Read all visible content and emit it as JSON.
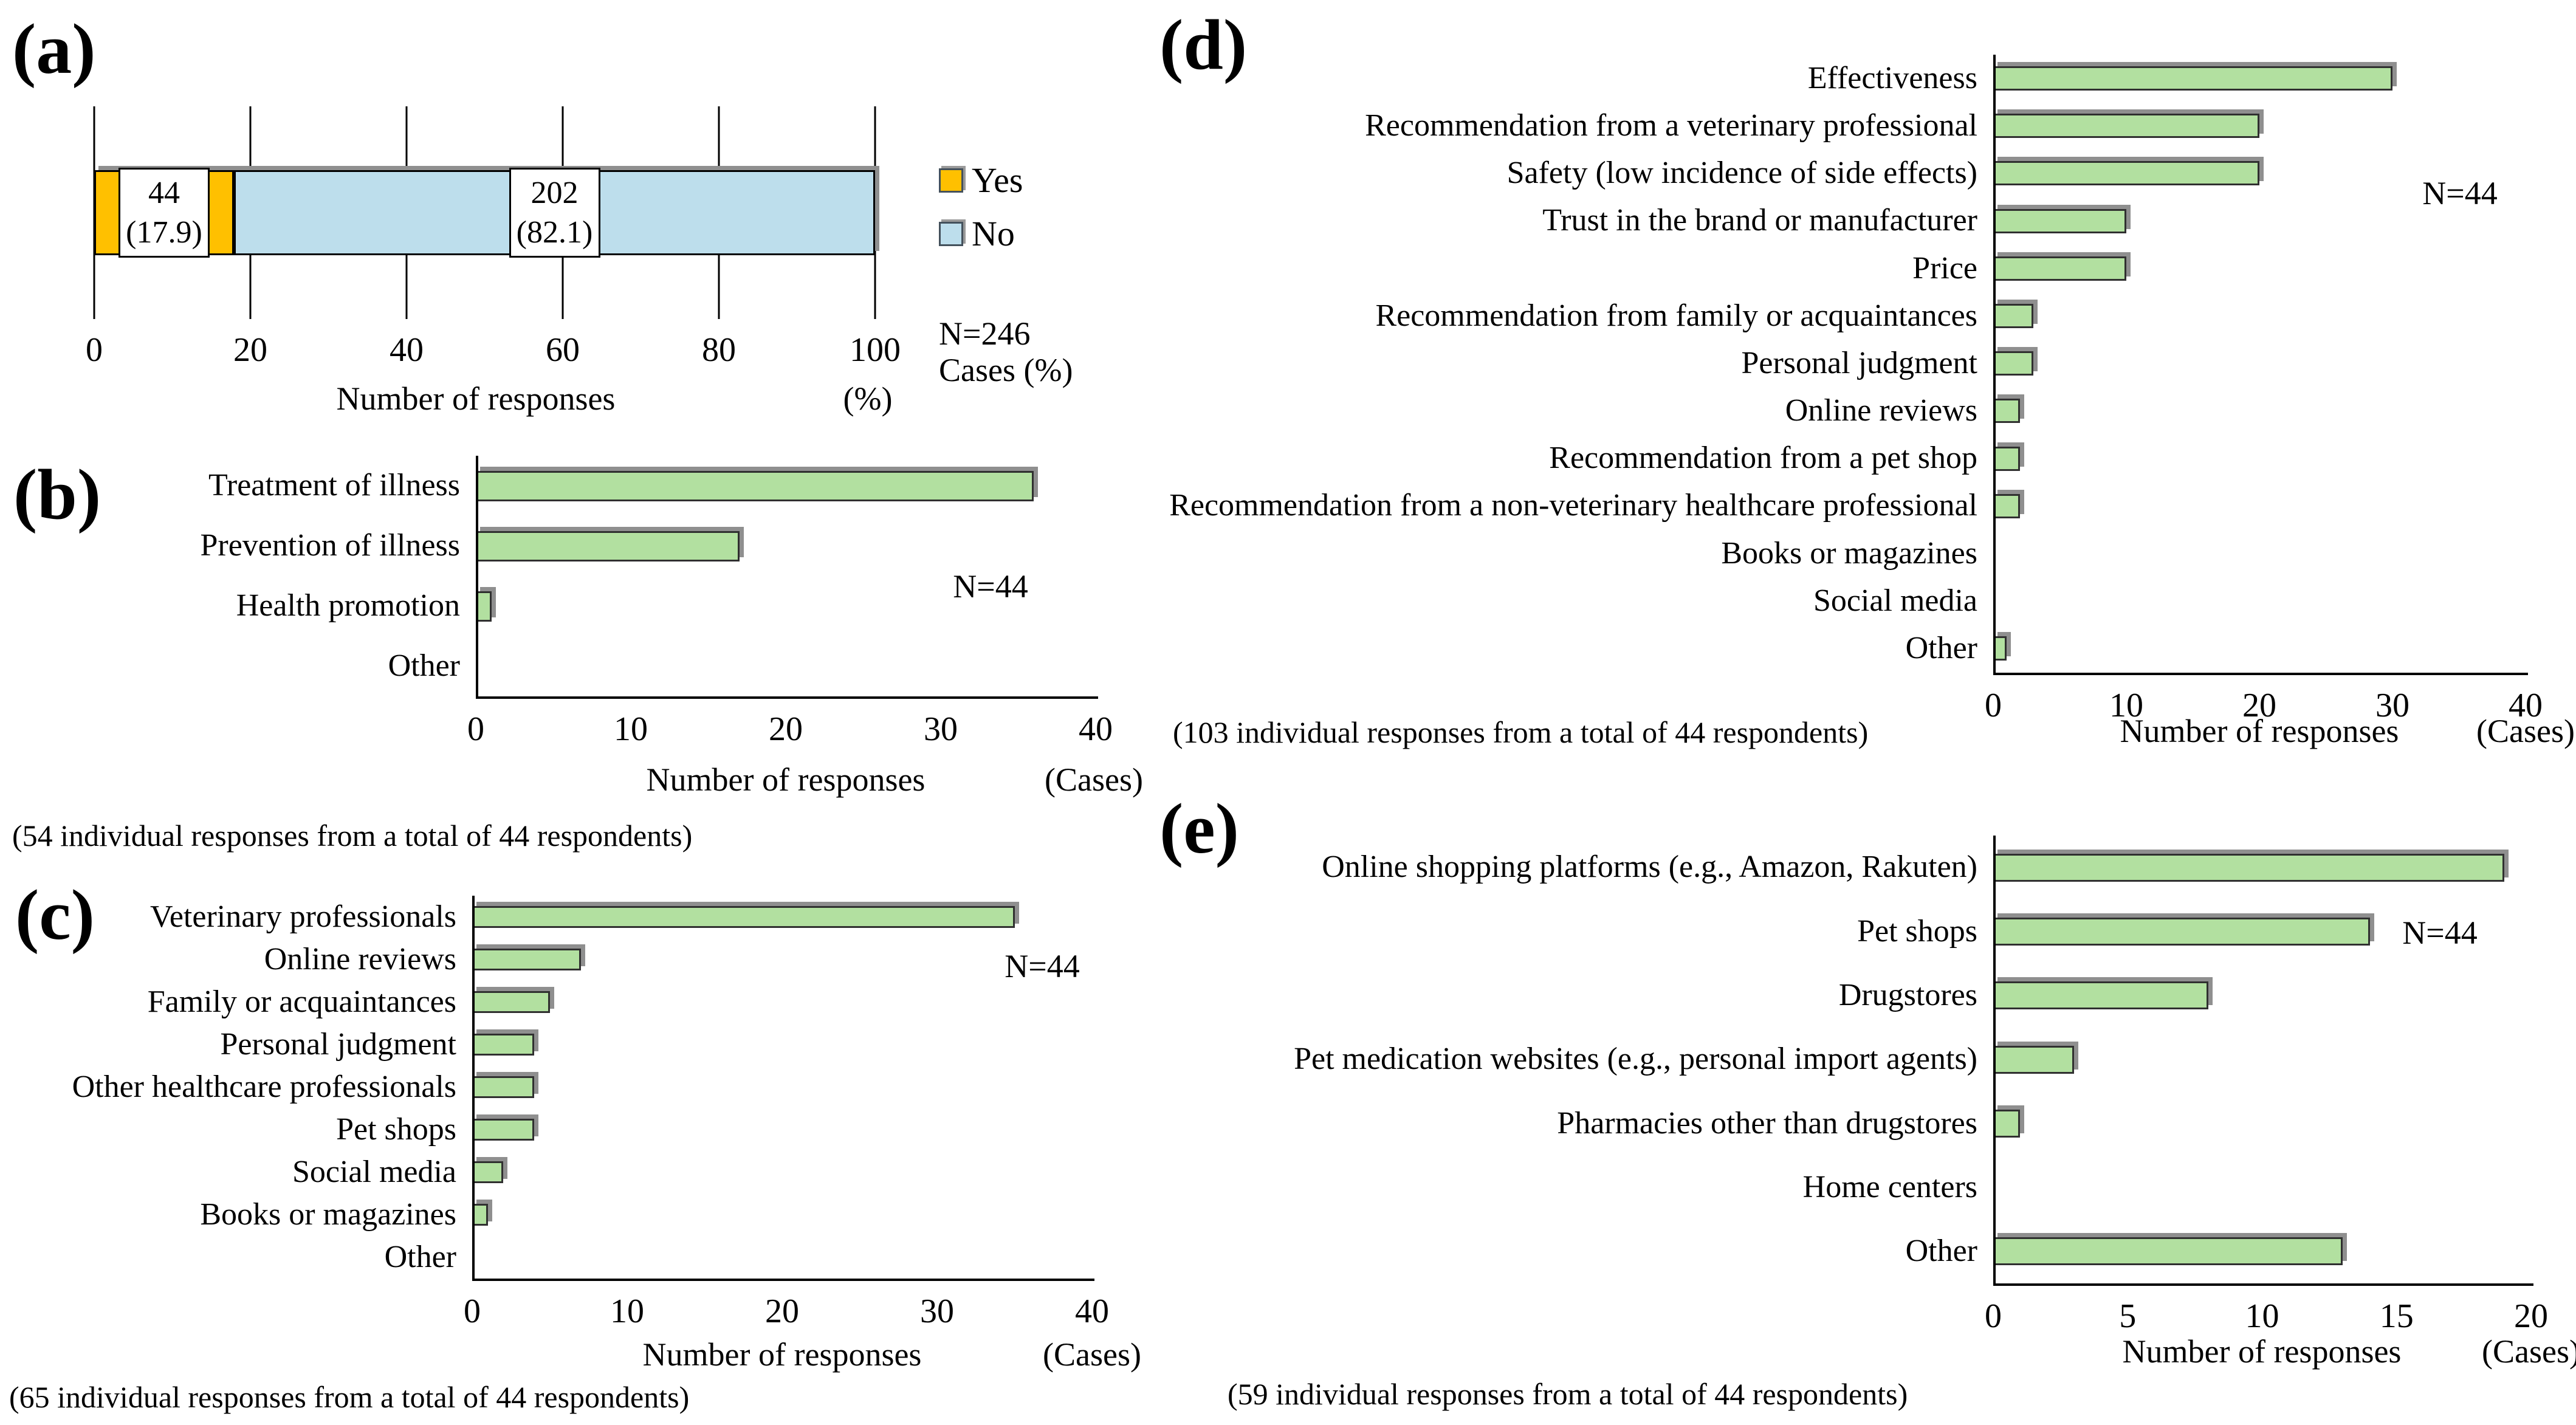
{
  "figure": {
    "background": "#ffffff",
    "text_color": "#000000",
    "bar_border_color": "#303030",
    "bar_shadow_color": "#8f8f8f"
  },
  "chart_data": [
    {
      "panel": "(a)",
      "type": "bar",
      "orientation": "horizontal-stacked",
      "categories": [
        "Yes",
        "No"
      ],
      "values": [
        17.9,
        82.1
      ],
      "counts": [
        44,
        202
      ],
      "bar_labels": [
        [
          "44",
          "(17.9)"
        ],
        [
          "202",
          "(82.1)"
        ]
      ],
      "colors": [
        "#FFC000",
        "#BDDEEC"
      ],
      "legend": [
        {
          "label": "Yes",
          "color": "#FFC000"
        },
        {
          "label": "No",
          "color": "#BDDEEC"
        }
      ],
      "legend_position": "right",
      "annotations": [
        "N=246",
        "Cases (%)"
      ],
      "xlabel": "Number of responses",
      "x_unit_label": "(%)",
      "xlim": [
        0,
        100
      ],
      "xticks": [
        0,
        20,
        40,
        60,
        80,
        100
      ],
      "grid": "vertical-gridlines"
    },
    {
      "panel": "(b)",
      "type": "bar",
      "orientation": "horizontal",
      "categories": [
        "Treatment of illness",
        "Prevention of illness",
        "Health promotion",
        "Other"
      ],
      "values": [
        36,
        17,
        1,
        0
      ],
      "bar_color": "#B2E0A0",
      "annotation": "N=44",
      "xlabel": "Number of responses",
      "x_unit_label": "(Cases)",
      "xlim": [
        0,
        40
      ],
      "xticks": [
        0,
        10,
        20,
        30,
        40
      ],
      "grid": false,
      "caption": "(54 individual responses from a total of 44 respondents)"
    },
    {
      "panel": "(c)",
      "type": "bar",
      "orientation": "horizontal",
      "categories": [
        "Veterinary professionals",
        "Online reviews",
        "Family or acquaintances",
        "Personal judgment",
        "Other healthcare professionals",
        "Pet shops",
        "Social media",
        "Books or magazines",
        "Other"
      ],
      "values": [
        35,
        7,
        5,
        4,
        4,
        4,
        2,
        1,
        0
      ],
      "bar_color": "#B2E0A0",
      "annotation": "N=44",
      "xlabel": "Number of responses",
      "x_unit_label": "(Cases)",
      "xlim": [
        0,
        40
      ],
      "xticks": [
        0,
        10,
        20,
        30,
        40
      ],
      "grid": false,
      "caption": "(65 individual responses from a total of 44 respondents)"
    },
    {
      "panel": "(d)",
      "type": "bar",
      "orientation": "horizontal",
      "categories": [
        "Effectiveness",
        "Recommendation from a veterinary professional",
        "Safety (low incidence of side effects)",
        "Trust in the brand or manufacturer",
        "Price",
        "Recommendation from family or acquaintances",
        "Personal judgment",
        "Online reviews",
        "Recommendation from a pet shop",
        "Recommendation from a non-veterinary healthcare professional",
        "Books or magazines",
        "Social media",
        "Other"
      ],
      "values": [
        30,
        20,
        20,
        10,
        10,
        3,
        3,
        2,
        2,
        2,
        0,
        0,
        1
      ],
      "bar_color": "#B2E0A0",
      "annotation": "N=44",
      "xlabel": "Number of responses",
      "x_unit_label": "(Cases)",
      "xlim": [
        0,
        40
      ],
      "xticks": [
        0,
        10,
        20,
        30,
        40
      ],
      "grid": false,
      "caption": "(103 individual responses from a total of 44 respondents)"
    },
    {
      "panel": "(e)",
      "type": "bar",
      "orientation": "horizontal",
      "categories": [
        "Online shopping platforms (e.g., Amazon, Rakuten)",
        "Pet shops",
        "Drugstores",
        "Pet medication websites (e.g., personal import agents)",
        "Pharmacies other than drugstores",
        "Home centers",
        "Other"
      ],
      "values": [
        19,
        14,
        8,
        3,
        1,
        0,
        13
      ],
      "bar_color": "#B2E0A0",
      "annotation": "N=44",
      "xlabel": "Number of responses",
      "x_unit_label": "(Cases)",
      "xlim": [
        0,
        20
      ],
      "xticks": [
        0,
        5,
        10,
        15,
        20
      ],
      "grid": false,
      "caption": "(59 individual responses from a total of 44 respondents)"
    }
  ]
}
